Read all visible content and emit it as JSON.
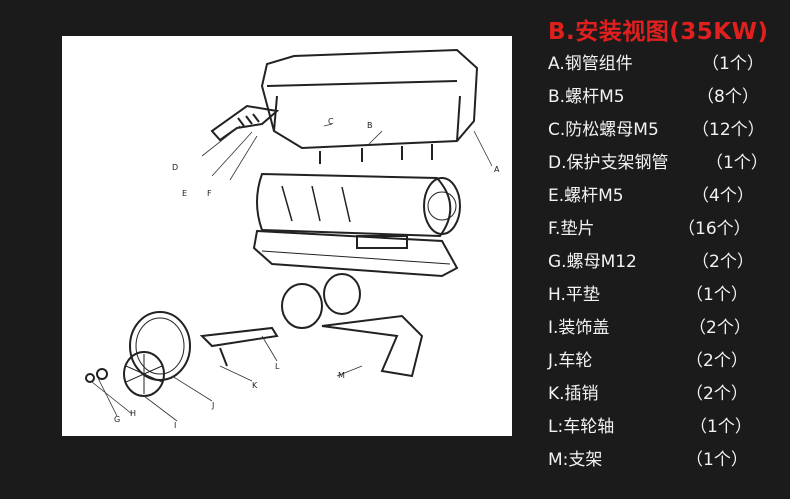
{
  "title": "B.安装视图(35KW)",
  "parts": [
    {
      "name": "A.钢管组件",
      "qty": "（1个）"
    },
    {
      "name": "B.螺杆M5",
      "qty": "（8个）"
    },
    {
      "name": "C.防松螺母M5",
      "qty": "（12个）"
    },
    {
      "name": "D.保护支架钢管",
      "qty": "（1个）"
    },
    {
      "name": "E.螺杆M5",
      "qty": "（4个）"
    },
    {
      "name": "F.垫片",
      "qty": "（16个）"
    },
    {
      "name": "G.螺母M12",
      "qty": "（2个）"
    },
    {
      "name": "H.平垫",
      "qty": "（1个）"
    },
    {
      "name": "I.装饰盖",
      "qty": "（2个）"
    },
    {
      "name": "J.车轮",
      "qty": "（2个）"
    },
    {
      "name": "K.插销",
      "qty": "（2个）"
    },
    {
      "name": "L:车轮轴",
      "qty": "（1个）"
    },
    {
      "name": "M:支架",
      "qty": "（1个）"
    }
  ],
  "diagram": {
    "callouts": [
      "A",
      "B",
      "C",
      "D",
      "E",
      "F",
      "G",
      "H",
      "I",
      "J",
      "K",
      "L",
      "M"
    ]
  },
  "colors": {
    "title": "#e0201e",
    "background": "#1b1b1b",
    "text": "#f2f2f2"
  }
}
